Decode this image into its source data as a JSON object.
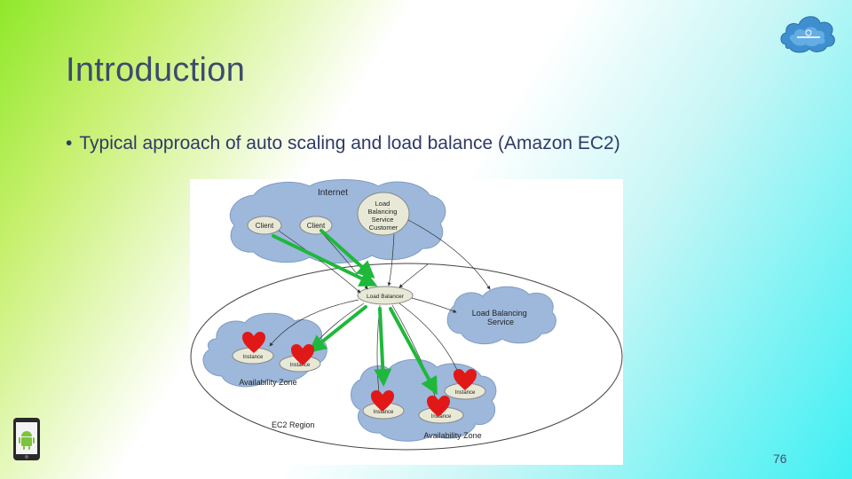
{
  "slide": {
    "title": "Introduction",
    "bullet": "Typical approach of auto scaling and load balance (Amazon EC2)",
    "page_number": "76"
  },
  "diagram": {
    "internet_label": "Internet",
    "client_labels": [
      "Client",
      "Client"
    ],
    "lbs_customer_label": [
      "Load",
      "Balancing",
      "Service",
      "Customer"
    ],
    "load_balancer_label": "Load Balancer",
    "lbs_label": [
      "Load Balancing",
      "Service"
    ],
    "availability_zone_labels": [
      "Availability Zone",
      "Availability Zone"
    ],
    "instance_labels": [
      "Instance",
      "Instance",
      "Instance",
      "Instance"
    ],
    "region_label": "EC2 Region"
  },
  "colors": {
    "cloud_fill": "#9db8db",
    "node_fill": "#e8e8d6",
    "arrow_green": "#1fb83a",
    "heart_red": "#e01818",
    "title_text": "#3c4a6e"
  },
  "icons": {
    "logo": "cloud-logo-icon",
    "phone": "android-phone-icon",
    "arrow": "green-arrow-icon",
    "heart": "heart-icon"
  }
}
